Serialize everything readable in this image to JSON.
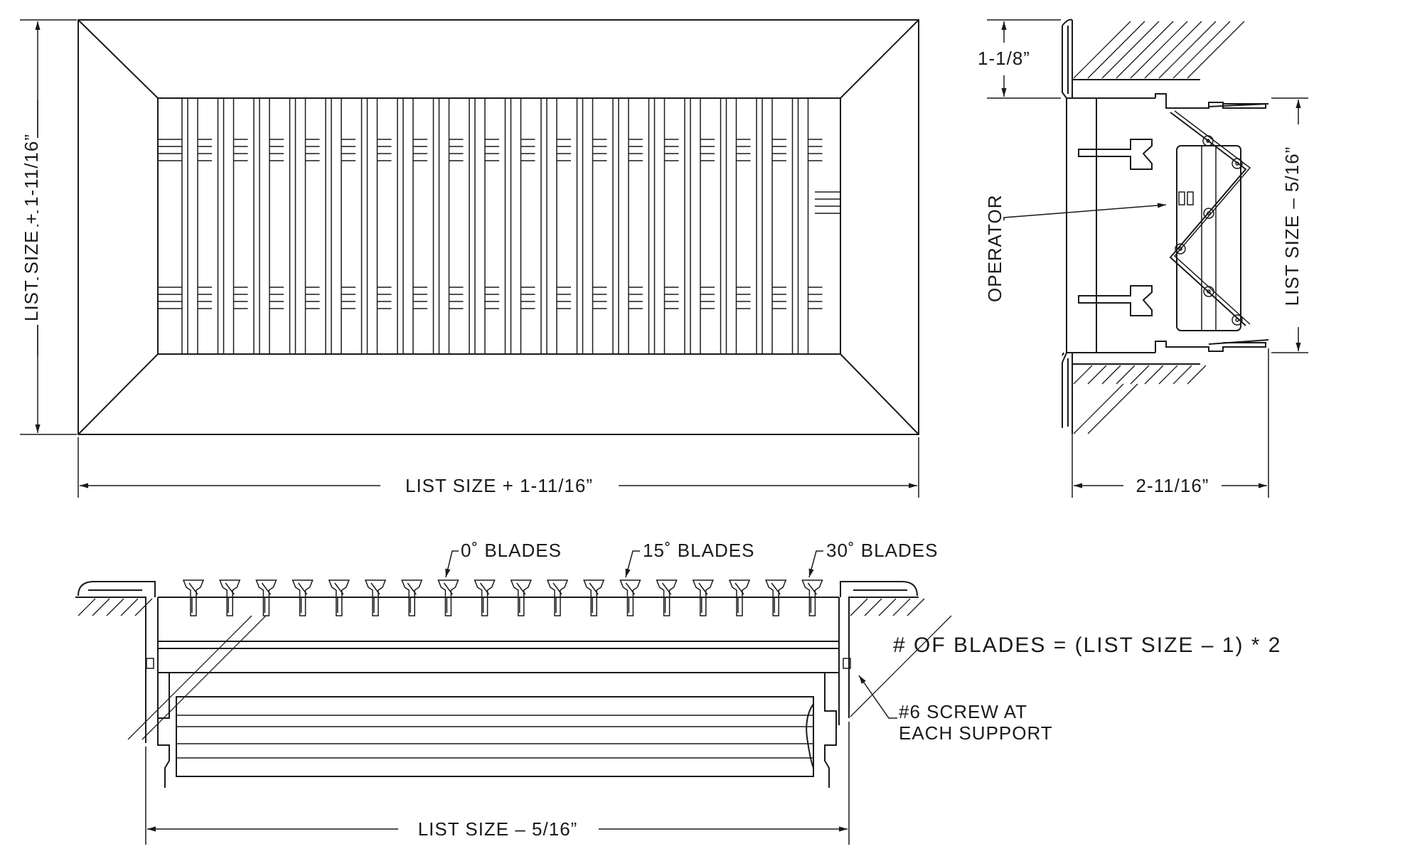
{
  "front_view": {
    "height_dim": "LIST SIZE + 1-11/16”",
    "width_dim": "LIST SIZE + 1-11/16”"
  },
  "side_view": {
    "flange_dim": "1-1/8”",
    "height_dim": "LIST SIZE  –  5/16”",
    "depth_dim": "2-11/16”",
    "operator_label": "OPERATOR"
  },
  "section_view": {
    "blades_0": "0˚ BLADES",
    "blades_15": "15˚ BLADES",
    "blades_30": "30˚ BLADES",
    "formula": "# OF BLADES = (LIST SIZE – 1) * 2",
    "screw_line1": "#6 SCREW AT",
    "screw_line2": "EACH SUPPORT",
    "width_dim": "LIST SIZE  –  5/16”"
  }
}
